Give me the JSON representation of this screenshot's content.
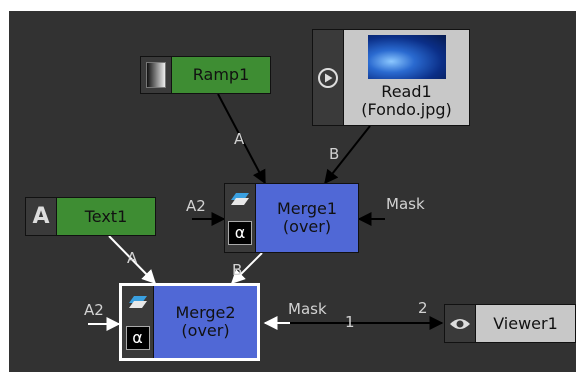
{
  "nodes": {
    "ramp1": {
      "label": "Ramp1",
      "icon": "gradient-icon"
    },
    "read1": {
      "label": "Read1",
      "sublabel": "(Fondo.jpg)",
      "icon": "play-circle-icon"
    },
    "text1": {
      "label": "Text1",
      "icon_text": "A"
    },
    "merge1": {
      "label": "Merge1",
      "sublabel": "(over)",
      "alpha": "α"
    },
    "merge2": {
      "label": "Merge2",
      "sublabel": "(over)",
      "alpha": "α"
    },
    "viewer1": {
      "label": "Viewer1",
      "icon": "eye-icon"
    }
  },
  "wire_labels": {
    "ramp_a": "A",
    "read_b": "B",
    "merge1_a2": "A2",
    "merge1_mask": "Mask",
    "text_a": "A",
    "merge2_b": "B",
    "merge2_a2": "A2",
    "merge2_mask": "Mask",
    "viewer_in_1": "1",
    "viewer_in_2": "2"
  },
  "colors": {
    "graph_background": "#323232",
    "read_node": "#c8c8c8",
    "draw_node": "#3e8d33",
    "merge_node": "#5068d6",
    "selected_outline": "#ffffff"
  }
}
